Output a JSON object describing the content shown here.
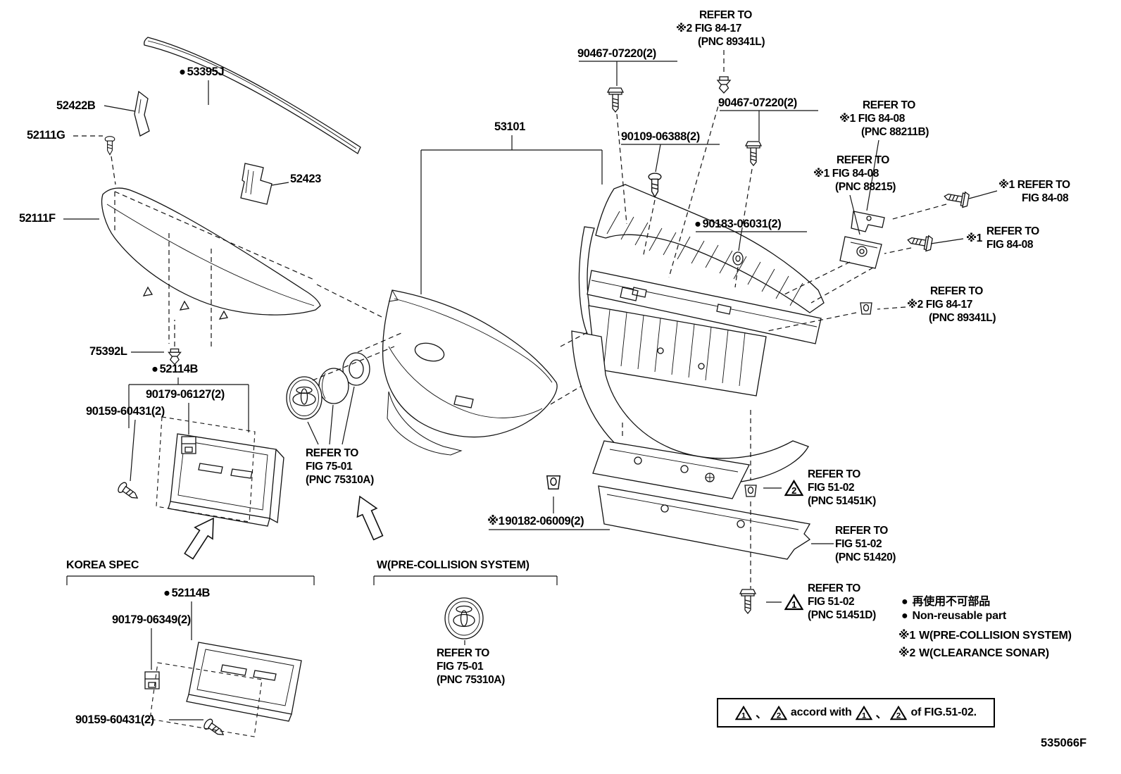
{
  "figure_code": "535066F",
  "glyphs": {
    "bullet": "●",
    "ref1": "※1",
    "ref2": "※2",
    "cjk_comma": "、"
  },
  "part_labels": {
    "hood_seal": "53395J",
    "seal_bracket": "52422B",
    "hood_clip": "52111G",
    "seal_bracket_b": "52423",
    "grille_upper": "52111F",
    "bumper_cover": "53101",
    "grille_clip": "75392L",
    "plate_bracket": "52114B",
    "plate_clip_screw": "90179-06127(2)",
    "plate_nut": "90159-60431(2)",
    "bolt_top": "90467-07220(2)",
    "bolt_mid": "90467-07220(2)",
    "screw_front": "90109-06388(2)",
    "bolt_side": "90183-06031(2)",
    "grommet_lower": "90182-06009(2)",
    "plate_bracket_korea": "52114B",
    "plate_clip_screw_korea": "90179-06349(2)",
    "plate_nut_korea": "90159-60431(2)"
  },
  "references": {
    "fig8417_top": {
      "line1": "REFER TO",
      "line2": "※2 FIG 84-17",
      "line3": "(PNC 89341L)"
    },
    "fig8408_a": {
      "line1": "REFER TO",
      "line2": "※1 FIG 84-08",
      "line3": "(PNC 88211B)"
    },
    "fig8408_b": {
      "line1": "REFER TO",
      "line2": "※1 FIG 84-08",
      "line3": "(PNC 88215)"
    },
    "fig8408_c": {
      "line1": "※1 REFER TO",
      "line2": "FIG 84-08"
    },
    "fig8408_d": {
      "prefix": "※1",
      "line1": "REFER TO",
      "line2": "FIG 84-08"
    },
    "fig8417_mid": {
      "line1": "REFER TO",
      "line2": "※2 FIG 84-17",
      "line3": "(PNC 89341L)"
    },
    "fig7501_a": {
      "line1": "REFER TO",
      "line2": "FIG 75-01",
      "line3": "(PNC 75310A)"
    },
    "fig5102_a": {
      "tri": "2",
      "line1": "REFER TO",
      "line2": "FIG 51-02",
      "line3": "(PNC 51451K)"
    },
    "fig5102_b": {
      "line1": "REFER TO",
      "line2": "FIG 51-02",
      "line3": "(PNC 51420)"
    },
    "fig5102_c": {
      "tri": "1",
      "line1": "REFER TO",
      "line2": "FIG 51-02",
      "line3": "(PNC 51451D)"
    },
    "fig7501_b": {
      "line1": "REFER TO",
      "line2": "FIG 75-01",
      "line3": "(PNC 75310A)"
    }
  },
  "sections": {
    "korea_spec": "KOREA SPEC",
    "pre_collision": "W(PRE-COLLISION SYSTEM)"
  },
  "footnotes": {
    "non_reusable_jp": "再使用不可部品",
    "non_reusable_en": "Non-reusable part",
    "note1_text": "W(PRE-COLLISION SYSTEM)",
    "note2_text": "W(CLEARANCE SONAR)"
  },
  "legend_box": {
    "tri1": "1",
    "tri2": "2",
    "accord": "accord with",
    "suffix": "of FIG.51-02."
  }
}
